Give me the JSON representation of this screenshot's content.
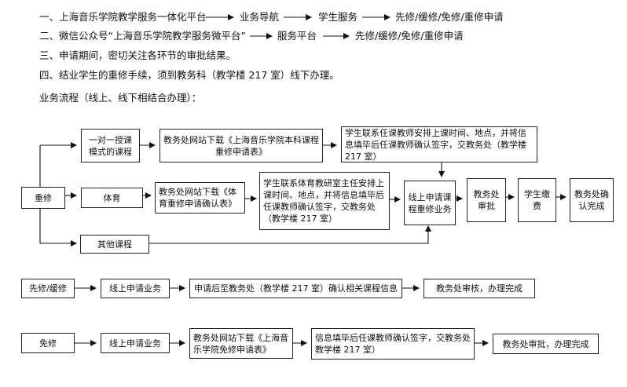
{
  "intro": {
    "line1": {
      "label": "一、上海音乐学院教学服务一体化平台",
      "step1": "业务导航",
      "step2": "学生服务",
      "step3": "先修/缓修/免修/重修申请"
    },
    "line2": {
      "label": "二、微信公众号“上海音乐学院教学服务微平台”",
      "step1": "服务平台",
      "step2": "先修/缓修/免修/重修申请"
    },
    "line3": "三、申请期间，密切关注各环节的审批结果。",
    "line4": "四、结业学生的重修手续，须到教务科（教学楼 217 室）线下办理。",
    "flow_title": "业务流程（线上、线下相结合办理）："
  },
  "flows": {
    "retake": {
      "start": "重修",
      "one_on_one": "一对一授课模式的课程",
      "one_on_one_download": "教务处网站下载《上海音乐学院本科课程重修申请表》",
      "one_on_one_contact": "学生联系任课教师安排上课时间、地点，并将信息填毕后任课教师确认签字，交教务处（教学楼 217 室）",
      "pe": "体育",
      "pe_download": "教务处网站下载《体育重修申请确认表》",
      "pe_contact": "学生联系体育教研室主任安排上课时间、地点，并将信息填毕后任课教师确认签字，交教务处（教学楼 217 室）",
      "other": "其他课程",
      "online_apply": "线上申请课程重修业务",
      "approve": "教务处审批",
      "pay": "学生缴费",
      "confirm": "教务处确认完成"
    },
    "advance": {
      "start": "先修/缓修",
      "online": "线上申请业务",
      "confirm_info": "申请后至教务处（教学楼 217 室）确认相关课程信息",
      "approve": "教务处审核，办理完成"
    },
    "exempt": {
      "start": "免修",
      "online": "线上申请业务",
      "download": "教务处网站下载《上海音乐学院免修申请表》",
      "sign": "信息填毕后任课教师确认签字，交教务处教学楼 217 室）",
      "approve": "教务处审批，办理完成"
    }
  }
}
